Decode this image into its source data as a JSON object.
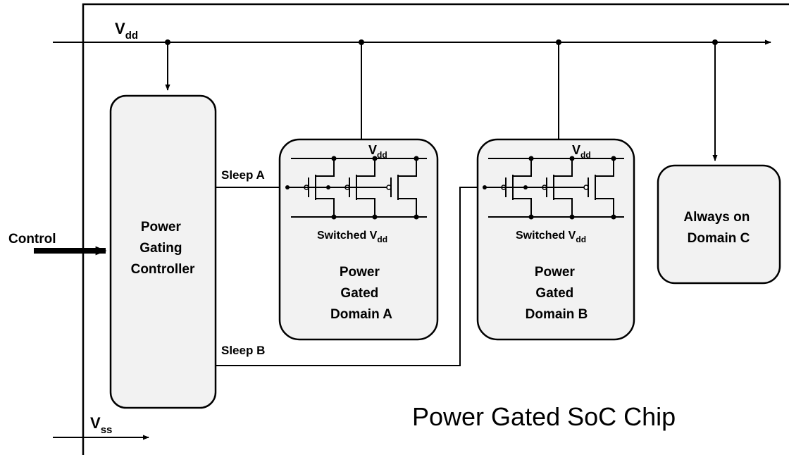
{
  "rails": {
    "vdd": {
      "base": "V",
      "sub": "dd"
    },
    "vss": {
      "base": "V",
      "sub": "ss"
    }
  },
  "input": {
    "label": "Control"
  },
  "controller": {
    "lines": [
      "Power",
      "Gating",
      "Controller"
    ]
  },
  "signals": {
    "sleep_a": "Sleep A",
    "sleep_b": "Sleep B"
  },
  "domains": [
    {
      "id": "a",
      "lines": [
        "Power",
        "Gated",
        "Domain A"
      ],
      "vdd": {
        "base": "V",
        "sub": "dd"
      },
      "switched": {
        "base": "Switched V",
        "sub": "dd"
      }
    },
    {
      "id": "b",
      "lines": [
        "Power",
        "Gated",
        "Domain B"
      ],
      "vdd": {
        "base": "V",
        "sub": "dd"
      },
      "switched": {
        "base": "Switched V",
        "sub": "dd"
      }
    }
  ],
  "always_on": {
    "lines": [
      "Always on",
      "Domain C"
    ]
  },
  "chip": {
    "title": "Power Gated SoC Chip"
  },
  "colors": {
    "block_fill": "#f2f2f2",
    "stroke": "#000000",
    "background": "#ffffff"
  }
}
